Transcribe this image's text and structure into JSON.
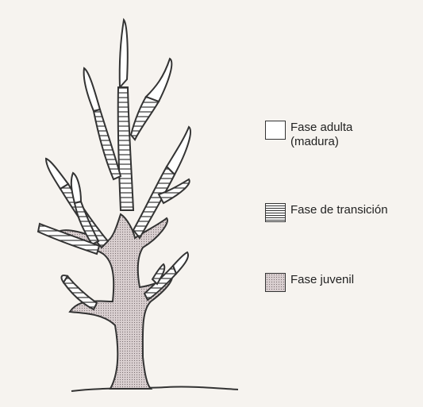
{
  "legend": {
    "items": [
      {
        "key": "adulta",
        "label": "Fase adulta\n(madura)"
      },
      {
        "key": "transicion",
        "label": "Fase de transición"
      },
      {
        "key": "juvenil",
        "label": "Fase juvenil"
      }
    ]
  },
  "colors": {
    "background": "#f6f3ef",
    "outline": "#333333",
    "juvenile_fill": "#d9cfd0",
    "adult_fill": "#ffffff"
  }
}
